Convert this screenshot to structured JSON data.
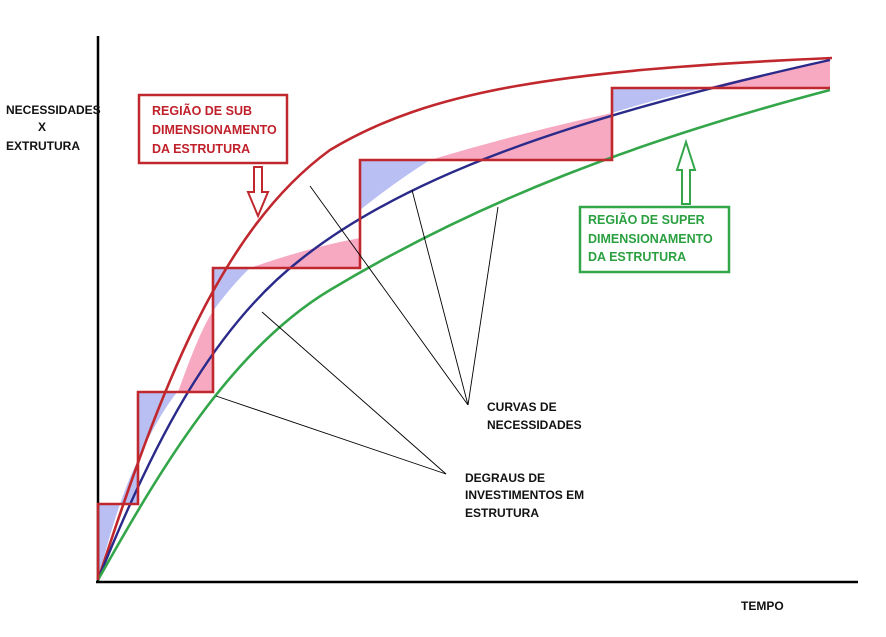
{
  "labels": {
    "y_axis": [
      "NECESSIDADES",
      "X",
      "EXTRUTURA"
    ],
    "x_axis": "TEMPO",
    "sub_region": [
      "REGIÃO DE SUB",
      "DIMENSIONAMENTO",
      "DA ESTRUTURA"
    ],
    "super_region": [
      "REGIÃO DE SUPER",
      "DIMENSIONAMENTO",
      "DA ESTRUTURA"
    ],
    "curves": [
      "CURVAS DE",
      "NECESSIDADES"
    ],
    "steps": [
      "DEGRAUS DE",
      "INVESTIMENTOS EM",
      "ESTRUTURA"
    ]
  },
  "colors": {
    "axis": "#000000",
    "upper_curve": "#c0282e",
    "middle_curve": "#2a2a8a",
    "lower_curve": "#34a64a",
    "steps": "#c0282e",
    "under_fill": "#f7a9c2",
    "over_fill": "#b9bff3",
    "sub_box": "#c0282e",
    "super_box": "#34a64a",
    "pointer_lines": "#000000"
  }
}
